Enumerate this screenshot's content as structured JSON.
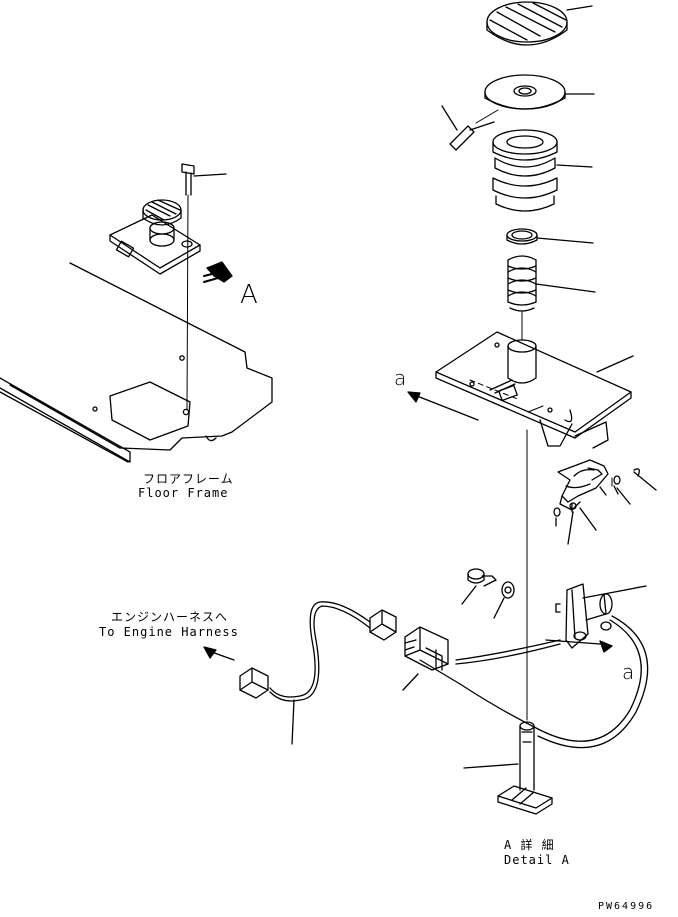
{
  "labels": {
    "floor_frame_jp": "フロアフレーム",
    "floor_frame_en": "Floor Frame",
    "engine_harness_jp": "エンジンハーネスへ",
    "engine_harness_en": "To Engine Harness",
    "view_a": "A",
    "detail_a_jp": "A 詳 細",
    "detail_a_en": "Detail A",
    "section_a_left": "a",
    "section_a_right": "a",
    "drawing_code": "PW64996"
  }
}
